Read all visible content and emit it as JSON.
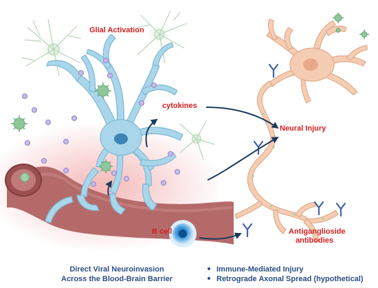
{
  "labels": {
    "glial_activation": "Glial Activation",
    "cytokines": "cytokines",
    "neural_injury": "Neural Injury",
    "antiganglioside_line1": "Antiganglioside",
    "antiganglioside_line2": "antibodies",
    "b_cell": "B cell"
  },
  "captions": {
    "left_line1": "Direct Viral Neuroinvasion",
    "left_line2": "Across the Blood-Brain Barrier",
    "bullets": [
      "Immune-Mediated Injury",
      "Retrograde Axonal Spread (hypothetical)"
    ]
  },
  "colors": {
    "label_red": "#d42020",
    "caption_blue": "#2b4f83",
    "astrocyte": "#a9d6ea",
    "neuron": "#f5cdb3",
    "vessel": "#b56a6a",
    "virus": "#8fc69a",
    "cytokine": "#b9aedc",
    "b_cell": "#1e7ec2"
  },
  "icons": [
    "virus-icon",
    "cytokine-icon",
    "antibody-icon",
    "b-cell-icon",
    "glial-cell-icon"
  ]
}
